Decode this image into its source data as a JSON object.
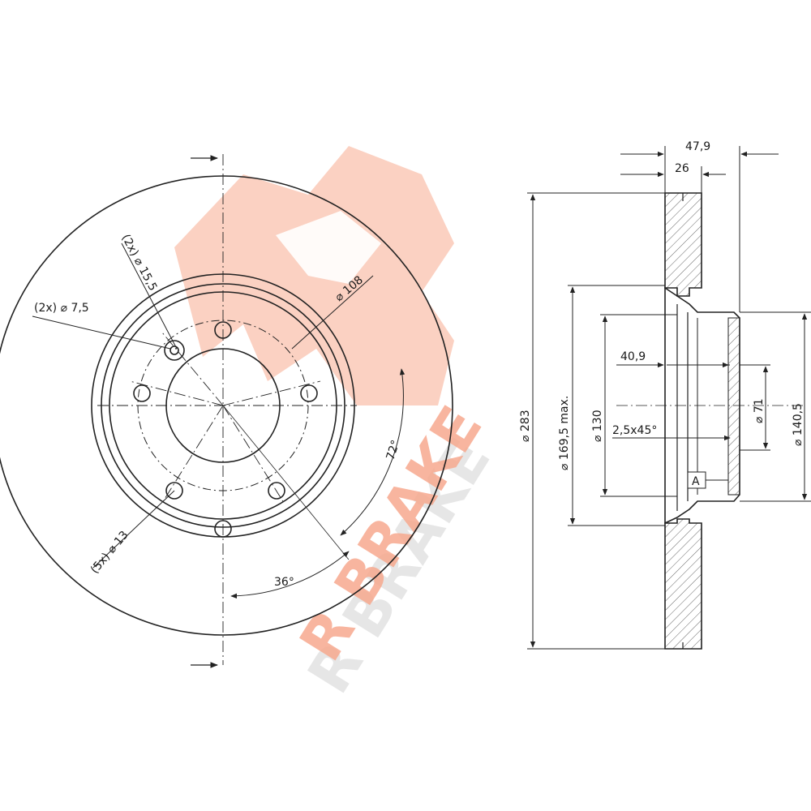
{
  "brand": {
    "watermark_text": "R BRAKE",
    "watermark_color": "#f7a98f",
    "watermark_shadow_color": "#e8e8e8"
  },
  "colors": {
    "line": "#222222",
    "hatch": "#555555",
    "background": "#ffffff"
  },
  "front_view": {
    "labels": {
      "holes_small": "(2x) ⌀ 7,5",
      "holes_mid": "(2x) ⌀ 15,5",
      "bolt_holes": "(5x) ⌀ 13",
      "pcd": "⌀ 108",
      "angle_bolt": "72°",
      "angle_half": "36°"
    }
  },
  "side_view": {
    "labels": {
      "overall_thickness": "47,9",
      "disc_thickness": "26",
      "outer_diameter": "⌀ 283",
      "inner_diameter": "⌀ 169,5 max.",
      "hub_diameter": "⌀ 130",
      "offset": "40,9",
      "chamfer": "2,5x45°",
      "center_bore": "⌀ 71",
      "hat_diameter": "⌀ 140,5",
      "datum": "A"
    }
  }
}
